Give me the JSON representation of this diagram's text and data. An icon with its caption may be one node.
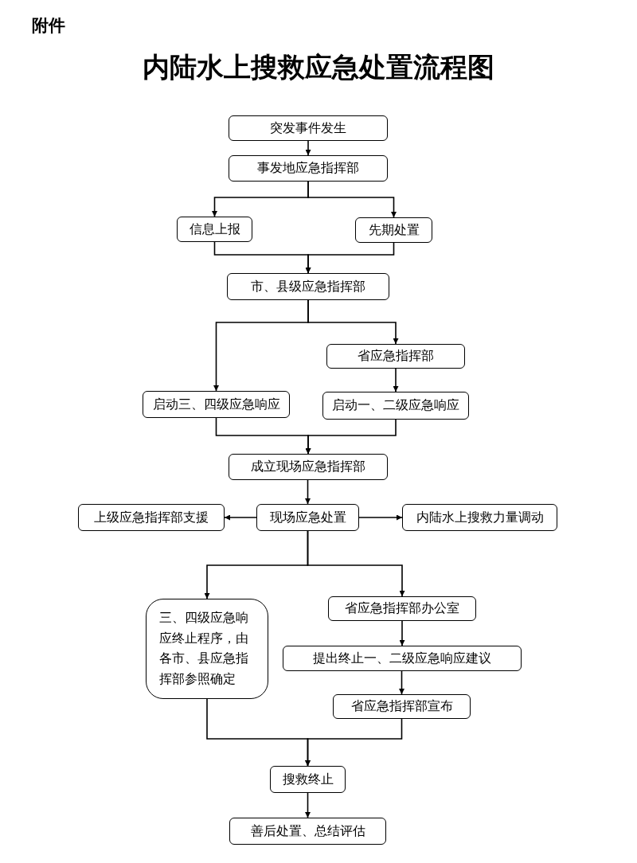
{
  "diagram": {
    "title": "内陆水上搜救应急处置流程图",
    "nodes": [
      {
        "text": [
          "突发事件发生"
        ]
      },
      {
        "text": [
          "事发地应急指挥部"
        ]
      },
      {
        "text": [
          "信息上报"
        ]
      },
      {
        "text": [
          "先期处置"
        ]
      },
      {
        "text": [
          "市、县级应急指挥部"
        ]
      },
      {
        "text": [
          "省应急指挥部"
        ]
      },
      {
        "text": [
          "启动三、四级应急响应"
        ]
      },
      {
        "text": [
          "启动一、二级应急响应"
        ]
      },
      {
        "text": [
          "成立现场应急指挥部"
        ]
      },
      {
        "text": [
          "上级应急指挥部支援"
        ]
      },
      {
        "text": [
          "现场应急处置"
        ]
      },
      {
        "text": [
          "内陆水上搜救力量调动"
        ]
      },
      {
        "text": [
          "三、四级应急响应终止程序，由各市、县应急指挥部参照确定"
        ]
      },
      {
        "text": [
          "省应急指挥部办公室"
        ]
      },
      {
        "text": [
          "提出终止一、二级应急响应建议"
        ]
      },
      {
        "text": [
          "省应急指挥部宣布"
        ]
      },
      {
        "text": [
          "搜救终止"
        ]
      },
      {
        "text": [
          "善后处置、总结评估"
        ]
      }
    ],
    "edges": [
      {
        "from": 0,
        "to": 1,
        "arrow": "to"
      },
      {
        "from": 1,
        "to": 2,
        "arrow": "to"
      },
      {
        "from": 1,
        "to": 3,
        "arrow": "to"
      },
      {
        "from": 2,
        "to": 4,
        "arrow": "to"
      },
      {
        "from": 3,
        "to": 4,
        "arrow": "to"
      },
      {
        "from": 4,
        "to": 6,
        "arrow": "to"
      },
      {
        "from": 4,
        "to": 5,
        "arrow": "to"
      },
      {
        "from": 5,
        "to": 7,
        "arrow": "to"
      },
      {
        "from": 6,
        "to": 8,
        "arrow": "to"
      },
      {
        "from": 7,
        "to": 8,
        "arrow": "to"
      },
      {
        "from": 8,
        "to": 10,
        "arrow": "to"
      },
      {
        "from": 10,
        "to": 9,
        "arrow": "to"
      },
      {
        "from": 10,
        "to": 11,
        "arrow": "to"
      },
      {
        "from": 10,
        "to": 12,
        "arrow": "to"
      },
      {
        "from": 10,
        "to": 13,
        "arrow": "to"
      },
      {
        "from": 13,
        "to": 14,
        "arrow": "to"
      },
      {
        "from": 14,
        "to": 15,
        "arrow": "to"
      },
      {
        "from": 12,
        "to": 16,
        "arrow": "to"
      },
      {
        "from": 15,
        "to": 16,
        "arrow": "to"
      },
      {
        "from": 16,
        "to": 17,
        "arrow": "to"
      }
    ],
    "labels": [
      "附件"
    ]
  }
}
